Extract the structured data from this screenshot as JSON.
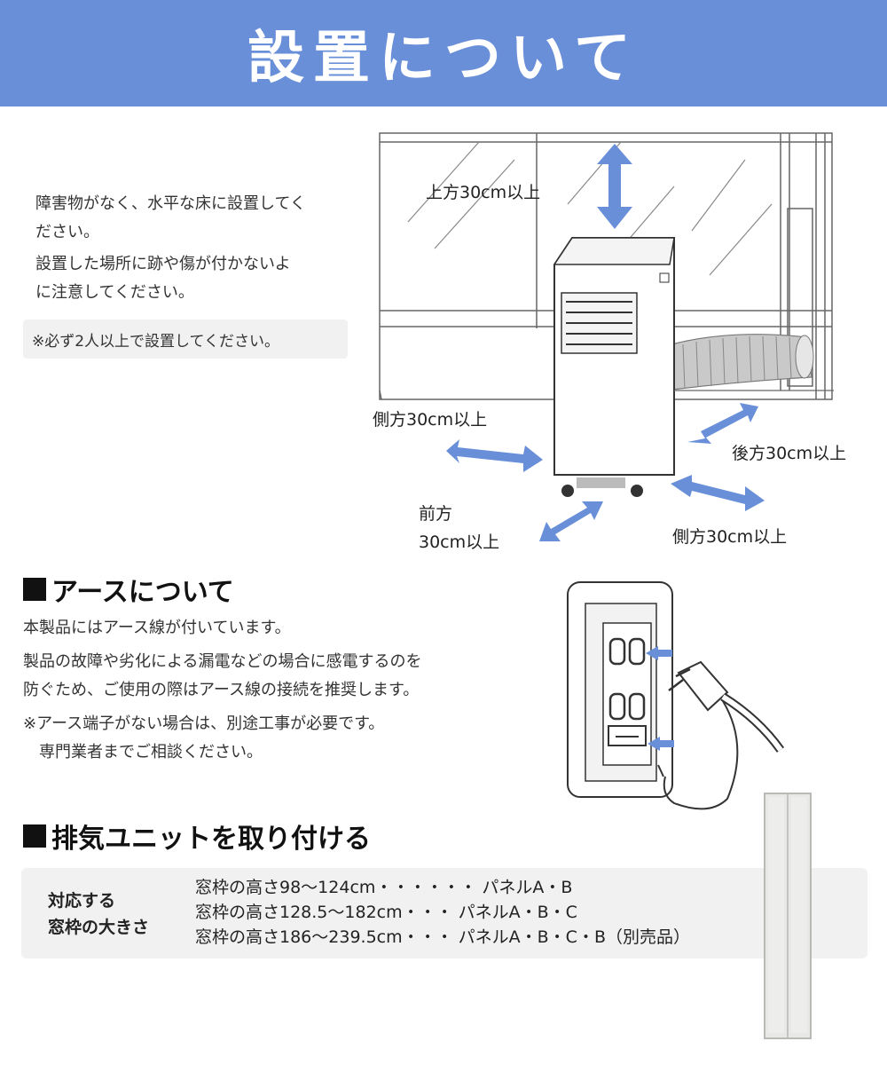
{
  "banner": {
    "title": "設置について"
  },
  "install": {
    "para1_line1": "障害物がなく、水平な床に設置してく",
    "para1_line2": "ださい。",
    "para2_line1": "設置した場所に跡や傷が付かないよ",
    "para2_line2": "に注意してください。",
    "note": "※必ず2人以上で設置してください。"
  },
  "diagram": {
    "top_label": "上方30cm以上",
    "side_left_label": "側方30cm以上",
    "back_label": "後方30cm以上",
    "front_label_1": "前方",
    "front_label_2": "30cm以上",
    "side_right_label": "側方30cm以上",
    "arrow_color": "#6a8fd9"
  },
  "earth": {
    "heading": "アースについて",
    "line1": "本製品にはアース線が付いています。",
    "line2": "製品の故障や劣化による漏電などの場合に感電するのを",
    "line3": "防ぐため、ご使用の際はアース線の接続を推奨します。",
    "note1": "※アース端子がない場合は、別途工事が必要です。",
    "note2": "専門業者までご相談ください。"
  },
  "exhaust": {
    "heading": "排気ユニットを取り付ける",
    "spec_label_1": "対応する",
    "spec_label_2": "窓枠の大きさ",
    "rows": [
      "窓枠の高さ98〜124cm・・・・・・ パネルA・B",
      "窓枠の高さ128.5〜182cm・・・ パネルA・B・C",
      "窓枠の高さ186〜239.5cm・・・ パネルA・B・C・B（別売品）"
    ]
  }
}
